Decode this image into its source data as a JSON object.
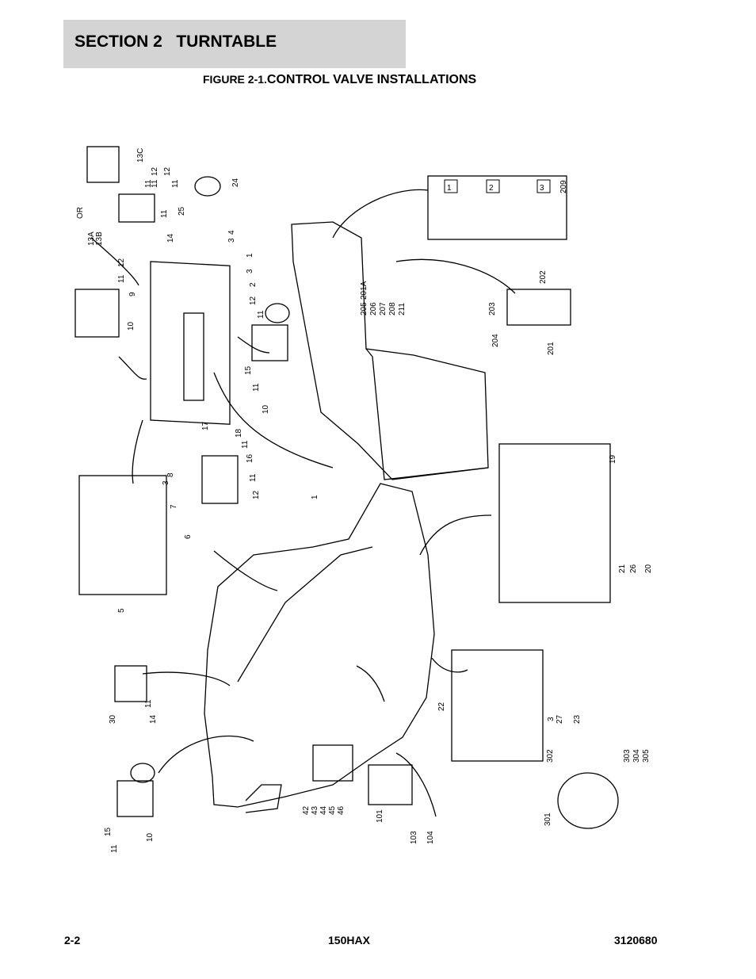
{
  "header": {
    "section": "SECTION 2   TURNTABLE",
    "figure_prefix": "FIGURE 2-1.",
    "figure_title": "CONTROL VALVE INSTALLATIONS"
  },
  "callouts": [
    {
      "id": "c-13c",
      "label": "13C"
    },
    {
      "id": "c-12a",
      "label": "12"
    },
    {
      "id": "c-11a",
      "label": "11"
    },
    {
      "id": "c-24",
      "label": "24"
    },
    {
      "id": "c-or",
      "label": "OR"
    },
    {
      "id": "c-11b",
      "label": "11"
    },
    {
      "id": "c-12b",
      "label": "12"
    },
    {
      "id": "c-11c",
      "label": "11"
    },
    {
      "id": "c-25",
      "label": "25"
    },
    {
      "id": "c-11d",
      "label": "11"
    },
    {
      "id": "c-13a",
      "label": "13A"
    },
    {
      "id": "c-13b",
      "label": "13B"
    },
    {
      "id": "c-14a",
      "label": "14"
    },
    {
      "id": "c-4",
      "label": "4"
    },
    {
      "id": "c-3a",
      "label": "3"
    },
    {
      "id": "c-1a",
      "label": "1"
    },
    {
      "id": "c-3b",
      "label": "3"
    },
    {
      "id": "c-2",
      "label": "2"
    },
    {
      "id": "c-11e",
      "label": "11"
    },
    {
      "id": "c-12c",
      "label": "12"
    },
    {
      "id": "c-9",
      "label": "9"
    },
    {
      "id": "c-10a",
      "label": "10"
    },
    {
      "id": "c-12d",
      "label": "12"
    },
    {
      "id": "c-11f",
      "label": "11"
    },
    {
      "id": "c-15a",
      "label": "15"
    },
    {
      "id": "c-11g",
      "label": "11"
    },
    {
      "id": "c-10b",
      "label": "10"
    },
    {
      "id": "c-201a",
      "label": "201A"
    },
    {
      "id": "c-205",
      "label": "205"
    },
    {
      "id": "c-206",
      "label": "206"
    },
    {
      "id": "c-207",
      "label": "207"
    },
    {
      "id": "c-208",
      "label": "208"
    },
    {
      "id": "c-211",
      "label": "211"
    },
    {
      "id": "c-209",
      "label": "209"
    },
    {
      "id": "c-202",
      "label": "202"
    },
    {
      "id": "c-203",
      "label": "203"
    },
    {
      "id": "c-204",
      "label": "204"
    },
    {
      "id": "c-201",
      "label": "201"
    },
    {
      "id": "c-17",
      "label": "17"
    },
    {
      "id": "c-18",
      "label": "18"
    },
    {
      "id": "c-11h",
      "label": "11"
    },
    {
      "id": "c-16",
      "label": "16"
    },
    {
      "id": "c-11i",
      "label": "11"
    },
    {
      "id": "c-12e",
      "label": "12"
    },
    {
      "id": "c-1b",
      "label": "1"
    },
    {
      "id": "c-8",
      "label": "8"
    },
    {
      "id": "c-3c",
      "label": "3"
    },
    {
      "id": "c-7",
      "label": "7"
    },
    {
      "id": "c-6",
      "label": "6"
    },
    {
      "id": "c-5",
      "label": "5"
    },
    {
      "id": "c-19",
      "label": "19"
    },
    {
      "id": "c-21",
      "label": "21"
    },
    {
      "id": "c-26",
      "label": "26"
    },
    {
      "id": "c-20",
      "label": "20"
    },
    {
      "id": "c-30",
      "label": "30"
    },
    {
      "id": "c-11j",
      "label": "11"
    },
    {
      "id": "c-14b",
      "label": "14"
    },
    {
      "id": "c-22",
      "label": "22"
    },
    {
      "id": "c-3d",
      "label": "3"
    },
    {
      "id": "c-27",
      "label": "27"
    },
    {
      "id": "c-23",
      "label": "23"
    },
    {
      "id": "c-42",
      "label": "42"
    },
    {
      "id": "c-43",
      "label": "43"
    },
    {
      "id": "c-44",
      "label": "44"
    },
    {
      "id": "c-45",
      "label": "45"
    },
    {
      "id": "c-46",
      "label": "46"
    },
    {
      "id": "c-101",
      "label": "101"
    },
    {
      "id": "c-103",
      "label": "103"
    },
    {
      "id": "c-104",
      "label": "104"
    },
    {
      "id": "c-302",
      "label": "302"
    },
    {
      "id": "c-303",
      "label": "303"
    },
    {
      "id": "c-304",
      "label": "304"
    },
    {
      "id": "c-305",
      "label": "305"
    },
    {
      "id": "c-301",
      "label": "301"
    },
    {
      "id": "c-15b",
      "label": "15"
    },
    {
      "id": "c-11k",
      "label": "11"
    },
    {
      "id": "c-10c",
      "label": "10"
    }
  ],
  "panel_numbers": [
    "1",
    "2",
    "3"
  ],
  "footer": {
    "page": "2-2",
    "model": "150HAX",
    "doc_number": "3120680"
  }
}
